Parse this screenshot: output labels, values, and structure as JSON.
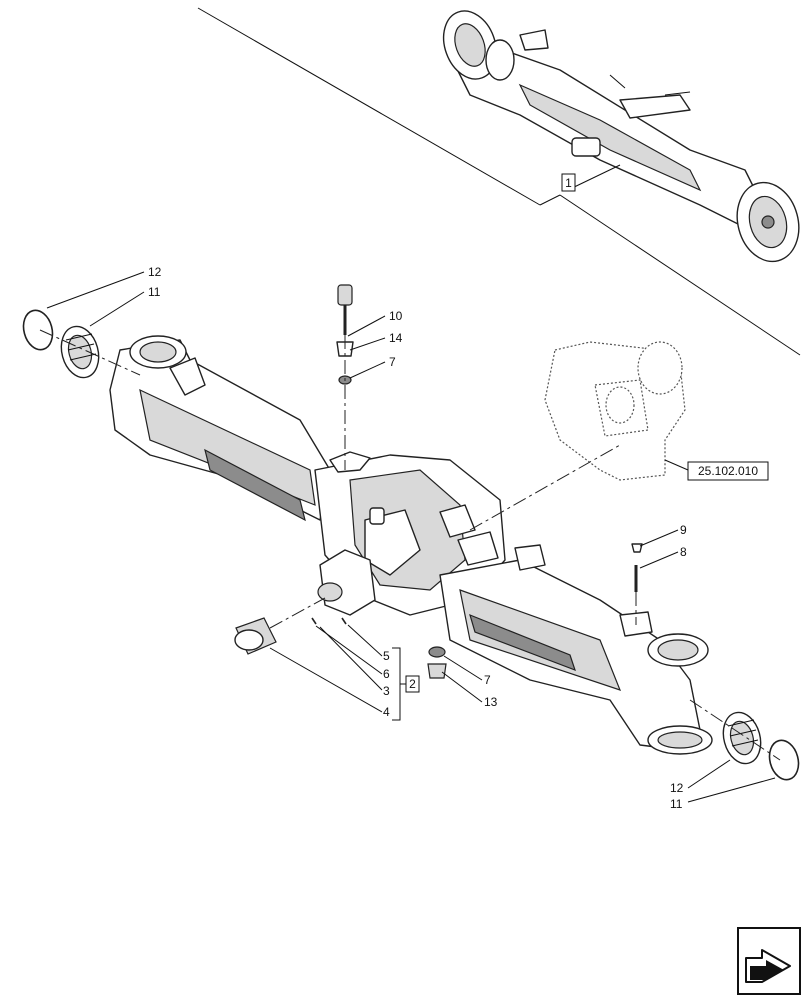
{
  "callouts": {
    "c1": "1",
    "c2": "2",
    "c3": "3",
    "c4": "4",
    "c5": "5",
    "c6": "6",
    "c7a": "7",
    "c7b": "7",
    "c8": "8",
    "c9": "9",
    "c10": "10",
    "c11a": "11",
    "c11b": "11",
    "c12a": "12",
    "c12b": "12",
    "c13": "13",
    "c14": "14"
  },
  "reference": {
    "code": "25.102.010"
  },
  "nav": {
    "icon": "next-page-arrow-icon"
  }
}
